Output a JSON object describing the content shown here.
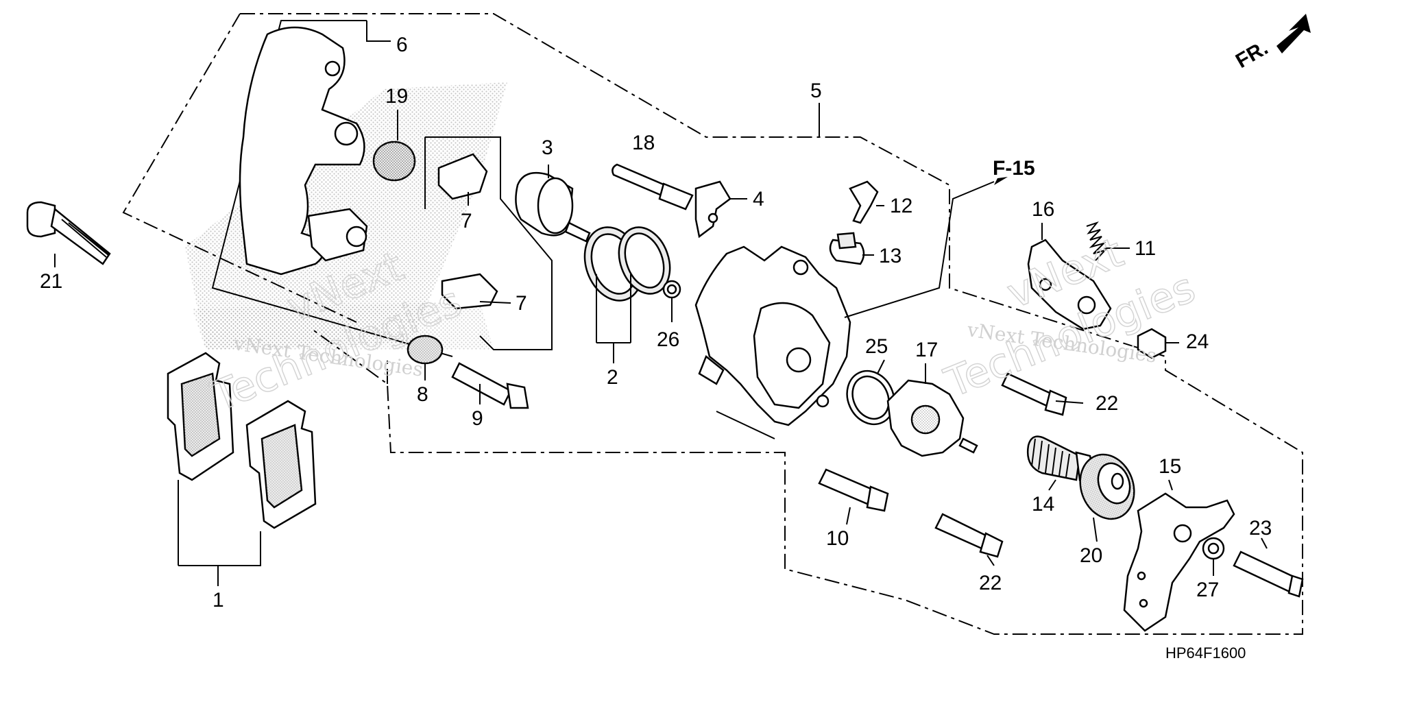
{
  "diagram": {
    "direction_marker": "FR.",
    "reference_label": "F-15",
    "figure_code": "HP64F1600",
    "watermark_text": [
      "vNext Technologies",
      "vNext",
      "Technologies"
    ],
    "callouts": [
      "1",
      "2",
      "3",
      "4",
      "5",
      "6",
      "7",
      "7",
      "8",
      "9",
      "10",
      "11",
      "12",
      "13",
      "14",
      "15",
      "16",
      "17",
      "18",
      "19",
      "20",
      "21",
      "22",
      "22",
      "23",
      "24",
      "25",
      "26",
      "27"
    ]
  }
}
